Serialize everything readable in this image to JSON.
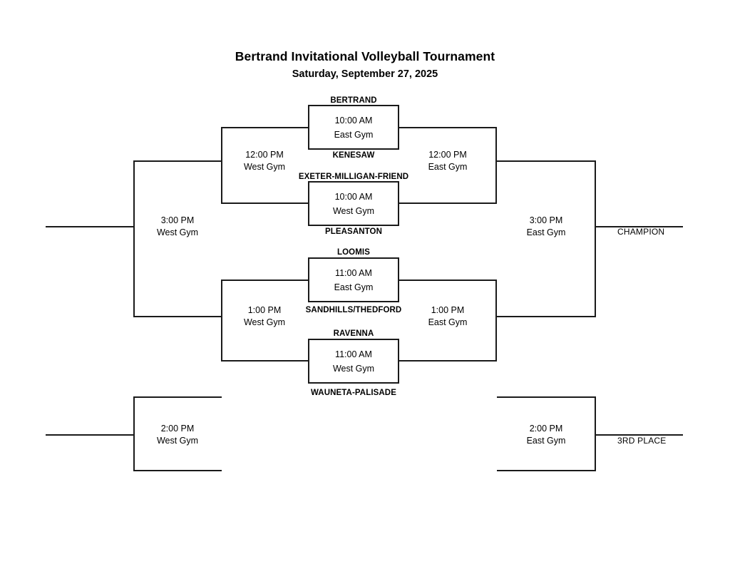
{
  "header": {
    "title": "Bertrand Invitational Volleyball Tournament",
    "date": "Saturday, September 27, 2025"
  },
  "bracket": {
    "type": "single-elimination-with-consolation",
    "first_round": [
      {
        "id": "game-1",
        "top_team": "BERTRAND",
        "bottom_team": "KENESAW",
        "time": "10:00 AM",
        "venue": "East Gym"
      },
      {
        "id": "game-2",
        "top_team": "EXETER-MILLIGAN-FRIEND",
        "bottom_team": "PLEASANTON",
        "time": "10:00 AM",
        "venue": "West Gym"
      },
      {
        "id": "game-3",
        "top_team": "LOOMIS",
        "bottom_team": "SANDHILLS/THEDFORD",
        "time": "11:00 AM",
        "venue": "East Gym"
      },
      {
        "id": "game-4",
        "top_team": "RAVENNA",
        "bottom_team": "WAUNETA-PALISADE",
        "time": "11:00 AM",
        "venue": "West Gym"
      }
    ],
    "semifinals": [
      {
        "id": "semi-left-upper",
        "time": "12:00 PM",
        "venue": "West Gym"
      },
      {
        "id": "semi-left-lower",
        "time": "1:00 PM",
        "venue": "West Gym"
      },
      {
        "id": "semi-right-upper",
        "time": "12:00 PM",
        "venue": "East Gym"
      },
      {
        "id": "semi-right-lower",
        "time": "1:00 PM",
        "venue": "East Gym"
      }
    ],
    "finals": [
      {
        "id": "final-left",
        "time": "3:00 PM",
        "venue": "West Gym"
      },
      {
        "id": "final-right",
        "time": "3:00 PM",
        "venue": "East Gym"
      }
    ],
    "consolation": [
      {
        "id": "consolation-left",
        "time": "2:00 PM",
        "venue": "West Gym"
      },
      {
        "id": "consolation-right",
        "time": "2:00 PM",
        "venue": "East Gym"
      }
    ],
    "outcomes": {
      "champion": "CHAMPION",
      "third_place": "3RD PLACE"
    }
  },
  "colors": {
    "line": "#1a1a1a",
    "text": "#000000",
    "background": "#ffffff"
  }
}
